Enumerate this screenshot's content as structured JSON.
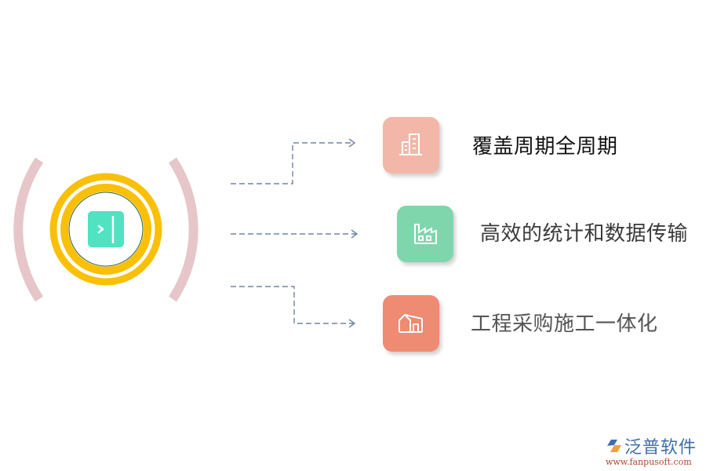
{
  "center": {
    "icon": "collapse-panel-icon",
    "ring_color": "#f9c007",
    "arc_color": "#e6c6c9",
    "icon_color": "#4fe3c1"
  },
  "features": [
    {
      "label": "覆盖周期全周期",
      "icon": "office-building-icon",
      "tile_color": "#f2b7a8",
      "text_color": "#111111"
    },
    {
      "label": "高效的统计和数据传输",
      "icon": "factory-icon",
      "tile_color": "#7fd6ad",
      "text_color": "#3a3a3a"
    },
    {
      "label": "工程采购施工一体化",
      "icon": "warehouse-icon",
      "tile_color": "#ef8a73",
      "text_color": "#555555"
    }
  ],
  "connector_color": "#6f86a6",
  "logo": {
    "name": "泛普软件",
    "url": "www.fanpusoft.com"
  }
}
